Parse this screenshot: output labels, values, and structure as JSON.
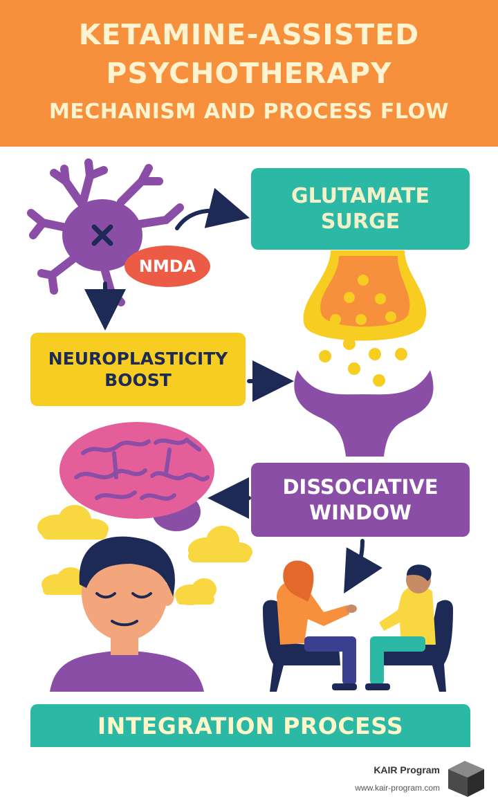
{
  "header": {
    "title_line1": "KETAMINE-ASSISTED",
    "title_line2": "PSYCHOTHERAPY",
    "subtitle": "MECHANISM AND PROCESS FLOW"
  },
  "nodes": {
    "nmda": "NMDA",
    "glutamate": {
      "line1": "GLUTAMATE",
      "line2": "SURGE"
    },
    "neuroplasticity": {
      "line1": "NEUROPLASTICITY",
      "line2": "BOOST"
    },
    "dissociative": {
      "line1": "DISSOCIATIVE",
      "line2": "WINDOW"
    },
    "integration": "INTEGRATION PROCESS"
  },
  "footer": {
    "name": "KAIR Program",
    "url": "www.kair-program.com"
  },
  "colors": {
    "header_bg": "#f7903c",
    "teal": "#2bb9a6",
    "yellow": "#f8cd21",
    "purple": "#8a4ea7",
    "red": "#eb5b45",
    "navy": "#1d2a55"
  }
}
